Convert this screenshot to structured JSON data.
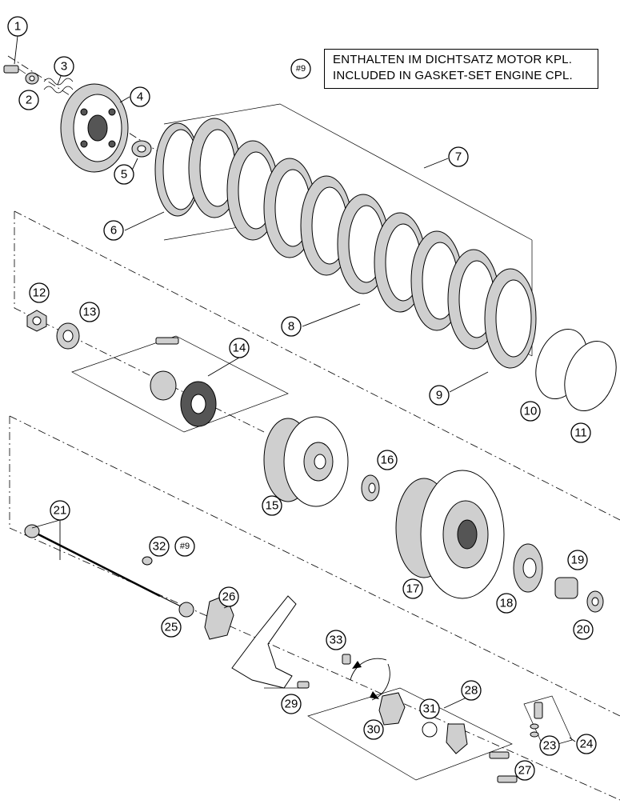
{
  "legend": {
    "tag": "#9",
    "line1": "ENTHALTEN IM DICHTSATZ MOTOR KPL.",
    "line2": "INCLUDED IN GASKET-SET ENGINE CPL."
  },
  "callouts": [
    "1",
    "2",
    "3",
    "4",
    "5",
    "6",
    "7",
    "8",
    "9",
    "10",
    "11",
    "12",
    "13",
    "14",
    "15",
    "16",
    "17",
    "18",
    "19",
    "20",
    "21",
    "23",
    "24",
    "25",
    "26",
    "27",
    "28",
    "29",
    "30",
    "31",
    "32",
    "33"
  ],
  "tag_32": "#9"
}
